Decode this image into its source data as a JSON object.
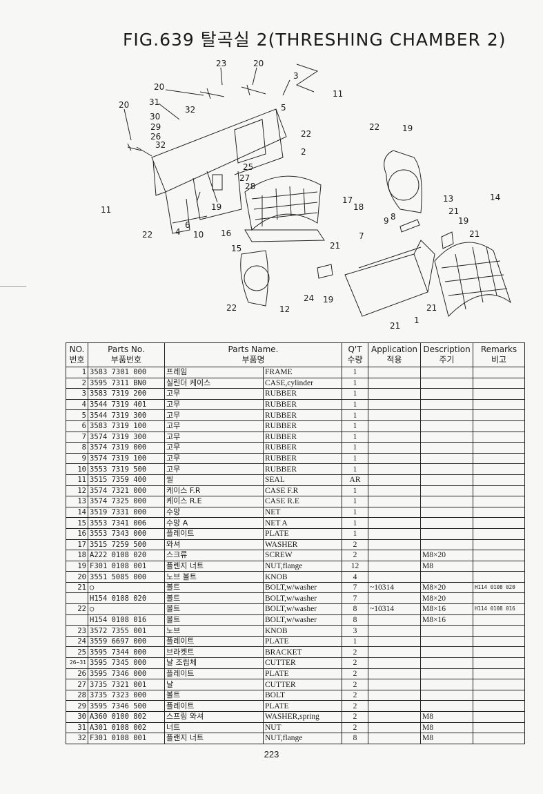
{
  "title": "FIG.639 탈곡실 2(THRESHING CHAMBER 2)",
  "diagram_callouts": [
    "23",
    "20",
    "3",
    "11",
    "20",
    "31",
    "32",
    "5",
    "30",
    "29",
    "26",
    "32",
    "22",
    "2",
    "20",
    "22",
    "19",
    "25",
    "27",
    "28",
    "13",
    "11",
    "22",
    "4",
    "6",
    "10",
    "19",
    "16",
    "17",
    "18",
    "14",
    "21",
    "9",
    "8",
    "19",
    "21",
    "7",
    "15",
    "21",
    "24",
    "19",
    "22",
    "12",
    "21",
    "21",
    "1"
  ],
  "table": {
    "headers": {
      "no": "NO.",
      "no_kr": "번호",
      "parts_no": "Parts No.",
      "parts_no_kr": "부품번호",
      "parts_name": "Parts Name.",
      "parts_name_kr": "부품명",
      "qty": "Q'T",
      "qty_kr": "수량",
      "application": "Application",
      "application_kr": "적용",
      "description": "Description",
      "description_kr": "주기",
      "remarks": "Remarks",
      "remarks_kr": "비고"
    },
    "rows": [
      {
        "no": "1",
        "part": "3583 7301 000",
        "kor": "프레임",
        "eng": "FRAME",
        "qty": "1",
        "app": "",
        "desc": "",
        "rem": ""
      },
      {
        "no": "2",
        "part": "3595 7311 BN0",
        "kor": "실린더 케이스",
        "eng": "CASE,cylinder",
        "qty": "1",
        "app": "",
        "desc": "",
        "rem": ""
      },
      {
        "no": "3",
        "part": "3583 7319 200",
        "kor": "고무",
        "eng": "RUBBER",
        "qty": "1",
        "app": "",
        "desc": "",
        "rem": ""
      },
      {
        "no": "4",
        "part": "3544 7319 401",
        "kor": "고무",
        "eng": "RUBBER",
        "qty": "1",
        "app": "",
        "desc": "",
        "rem": ""
      },
      {
        "no": "5",
        "part": "3544 7319 300",
        "kor": "고무",
        "eng": "RUBBER",
        "qty": "1",
        "app": "",
        "desc": "",
        "rem": ""
      },
      {
        "no": "6",
        "part": "3583 7319 100",
        "kor": "고무",
        "eng": "RUBBER",
        "qty": "1",
        "app": "",
        "desc": "",
        "rem": ""
      },
      {
        "no": "7",
        "part": "3574 7319 300",
        "kor": "고무",
        "eng": "RUBBER",
        "qty": "1",
        "app": "",
        "desc": "",
        "rem": ""
      },
      {
        "no": "8",
        "part": "3574 7319 000",
        "kor": "고무",
        "eng": "RUBBER",
        "qty": "1",
        "app": "",
        "desc": "",
        "rem": ""
      },
      {
        "no": "9",
        "part": "3574 7319 100",
        "kor": "고무",
        "eng": "RUBBER",
        "qty": "1",
        "app": "",
        "desc": "",
        "rem": ""
      },
      {
        "no": "10",
        "part": "3553 7319 500",
        "kor": "고무",
        "eng": "RUBBER",
        "qty": "1",
        "app": "",
        "desc": "",
        "rem": ""
      },
      {
        "no": "11",
        "part": "3515 7359 400",
        "kor": "씰",
        "eng": "SEAL",
        "qty": "AR",
        "app": "",
        "desc": "",
        "rem": ""
      },
      {
        "no": "12",
        "part": "3574 7321 000",
        "kor": "케이스 F.R",
        "eng": "CASE F.R",
        "qty": "1",
        "app": "",
        "desc": "",
        "rem": ""
      },
      {
        "no": "13",
        "part": "3574 7325 000",
        "kor": "케이스 R.E",
        "eng": "CASE R.E",
        "qty": "1",
        "app": "",
        "desc": "",
        "rem": ""
      },
      {
        "no": "14",
        "part": "3519 7331 000",
        "kor": "수망",
        "eng": "NET",
        "qty": "1",
        "app": "",
        "desc": "",
        "rem": ""
      },
      {
        "no": "15",
        "part": "3553 7341 006",
        "kor": "수망 A",
        "eng": "NET A",
        "qty": "1",
        "app": "",
        "desc": "",
        "rem": ""
      },
      {
        "no": "16",
        "part": "3553 7343 000",
        "kor": "플레이트",
        "eng": "PLATE",
        "qty": "1",
        "app": "",
        "desc": "",
        "rem": ""
      },
      {
        "no": "17",
        "part": "3515 7259 500",
        "kor": "와셔",
        "eng": "WASHER",
        "qty": "2",
        "app": "",
        "desc": "",
        "rem": ""
      },
      {
        "no": "18",
        "part": "A222 0108 020",
        "kor": "스크류",
        "eng": "SCREW",
        "qty": "2",
        "app": "",
        "desc": "M8×20",
        "rem": ""
      },
      {
        "no": "19",
        "part": "F301 0108 001",
        "kor": "플렌지 너트",
        "eng": "NUT,flange",
        "qty": "12",
        "app": "",
        "desc": "M8",
        "rem": ""
      },
      {
        "no": "20",
        "part": "3551 5085 000",
        "kor": "노브 볼트",
        "eng": "KNOB",
        "qty": "4",
        "app": "",
        "desc": "",
        "rem": ""
      },
      {
        "no": "21",
        "part": "○",
        "kor": "볼트",
        "eng": "BOLT,w/washer",
        "qty": "7",
        "app": "~10314",
        "desc": "M8×20",
        "rem": "H114 0108 020"
      },
      {
        "no": "",
        "part": "H154 0108 020",
        "kor": "볼트",
        "eng": "BOLT,w/washer",
        "qty": "7",
        "app": "",
        "desc": "M8×20",
        "rem": ""
      },
      {
        "no": "22",
        "part": "○",
        "kor": "볼트",
        "eng": "BOLT,w/washer",
        "qty": "8",
        "app": "~10314",
        "desc": "M8×16",
        "rem": "H114 0108 016"
      },
      {
        "no": "",
        "part": "H154 0108 016",
        "kor": "볼트",
        "eng": "BOLT,w/washer",
        "qty": "8",
        "app": "",
        "desc": "M8×16",
        "rem": ""
      },
      {
        "no": "23",
        "part": "3572 7355 001",
        "kor": "노브",
        "eng": "KNOB",
        "qty": "3",
        "app": "",
        "desc": "",
        "rem": ""
      },
      {
        "no": "24",
        "part": "3559 6697 000",
        "kor": "플레이트",
        "eng": "PLATE",
        "qty": "1",
        "app": "",
        "desc": "",
        "rem": ""
      },
      {
        "no": "25",
        "part": "3595 7344 000",
        "kor": "브라켓트",
        "eng": "BRACKET",
        "qty": "2",
        "app": "",
        "desc": "",
        "rem": ""
      },
      {
        "no": "26~31",
        "part": "3595 7345 000",
        "kor": "날 조립체",
        "eng": "CUTTER",
        "qty": "2",
        "app": "",
        "desc": "",
        "rem": ""
      },
      {
        "no": "26",
        "part": "3595 7346 000",
        "kor": "플레이트",
        "eng": "PLATE",
        "qty": "2",
        "app": "",
        "desc": "",
        "rem": ""
      },
      {
        "no": "27",
        "part": "3735 7321 001",
        "kor": "날",
        "eng": "CUTTER",
        "qty": "2",
        "app": "",
        "desc": "",
        "rem": ""
      },
      {
        "no": "28",
        "part": "3735 7323 000",
        "kor": "볼트",
        "eng": "BOLT",
        "qty": "2",
        "app": "",
        "desc": "",
        "rem": ""
      },
      {
        "no": "29",
        "part": "3595 7346 500",
        "kor": "플레이트",
        "eng": "PLATE",
        "qty": "2",
        "app": "",
        "desc": "",
        "rem": ""
      },
      {
        "no": "30",
        "part": "A360 0100 802",
        "kor": "스프링 와셔",
        "eng": "WASHER,spring",
        "qty": "2",
        "app": "",
        "desc": "M8",
        "rem": ""
      },
      {
        "no": "31",
        "part": "A301 0108 002",
        "kor": "너트",
        "eng": "NUT",
        "qty": "2",
        "app": "",
        "desc": "M8",
        "rem": ""
      },
      {
        "no": "32",
        "part": "F301 0108 001",
        "kor": "플랜지 너트",
        "eng": "NUT,flange",
        "qty": "8",
        "app": "",
        "desc": "M8",
        "rem": ""
      }
    ]
  },
  "page_number": "223"
}
